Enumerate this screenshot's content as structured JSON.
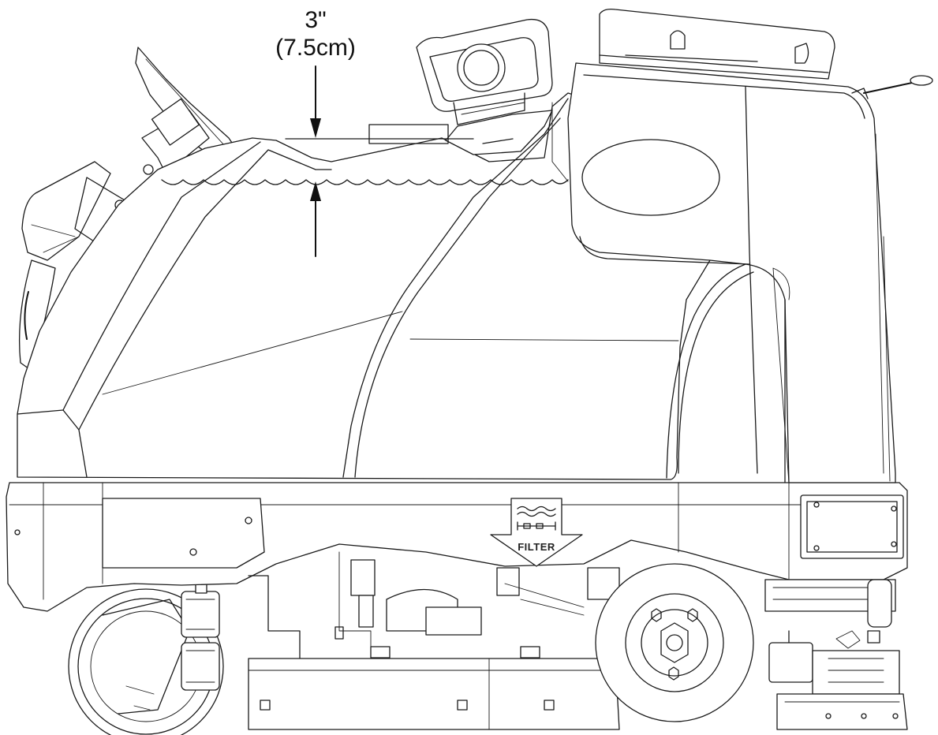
{
  "dimension": {
    "imperial": "3\"",
    "metric": "(7.5cm)"
  },
  "filter_symbol": {
    "label": "FILTER"
  }
}
